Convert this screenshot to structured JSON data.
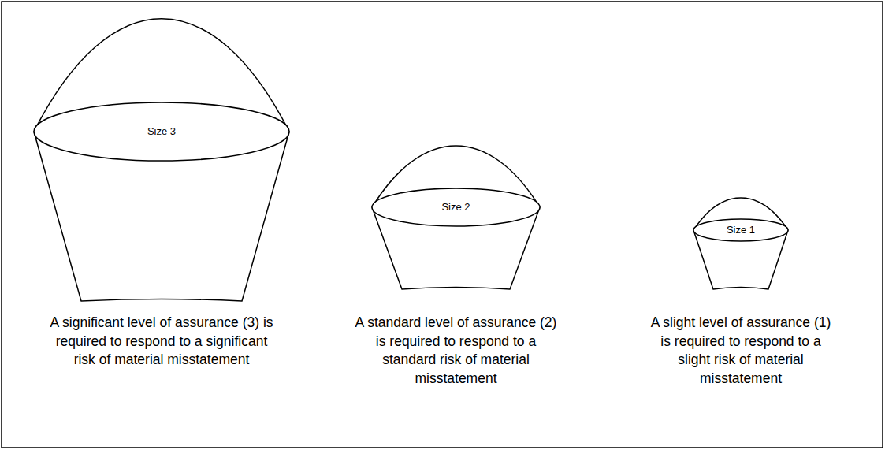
{
  "diagram": {
    "nodes": [
      {
        "text": [
          "Size 3",
          "A significant level of assurance (3) is required to respond to a significant risk of material misstatement"
        ]
      },
      {
        "text": [
          "Size 2",
          "A standard level of assurance (2) is required to respond to a standard risk of material misstatement"
        ]
      },
      {
        "text": [
          "Size 1",
          "A slight level of assurance (1) is required to respond to a slight risk of material misstatement"
        ]
      }
    ]
  }
}
